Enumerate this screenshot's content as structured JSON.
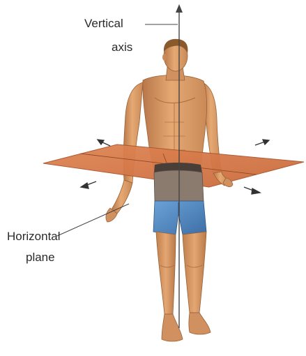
{
  "labels": {
    "vertical_axis": {
      "line1": "Vertical",
      "line2": "axis"
    },
    "horizontal_plane": {
      "line1": "Horizontal",
      "line2": "plane"
    }
  },
  "colors": {
    "plane_fill": "#d8784a",
    "plane_edge": "#a8552d",
    "skin": "#e3a26e",
    "skin_shadow": "#b8774a",
    "hair": "#8a5a2c",
    "shorts_top": "#8b7b6f",
    "shorts_bottom": "#5f93c8",
    "waistband": "#4a3e38",
    "axis_line": "#444444",
    "text": "#2a2a2a"
  },
  "icons": {
    "plane_corners": "double-arrow-icon",
    "axis_top": "arrow-up-icon"
  }
}
